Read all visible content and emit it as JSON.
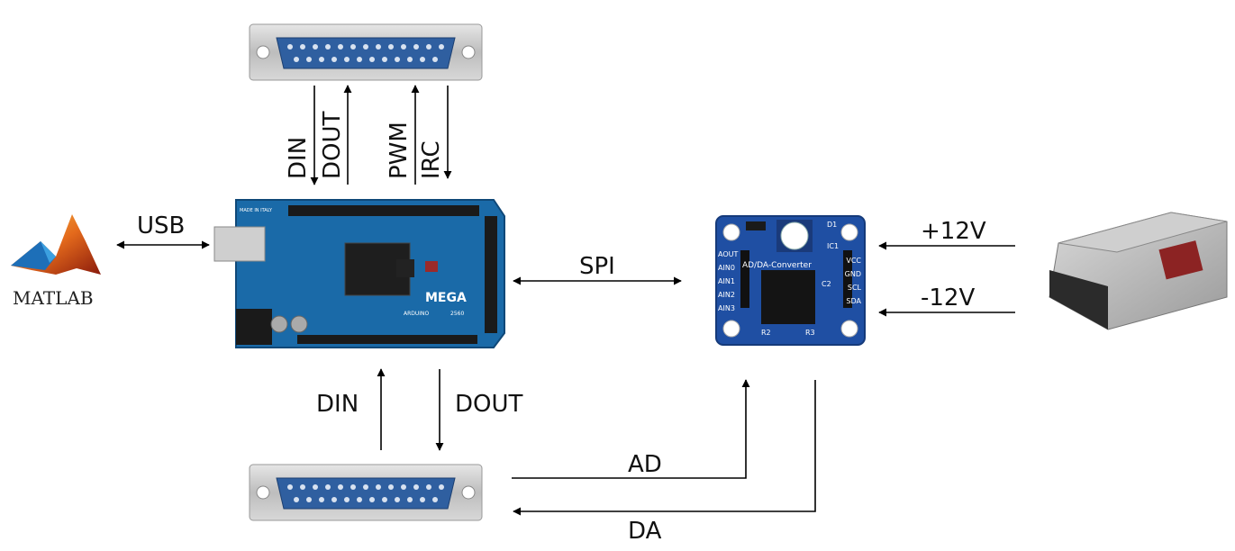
{
  "labels": {
    "usb": "USB",
    "spi": "SPI",
    "din_top": "DIN",
    "dout_top": "DOUT",
    "pwm": "PWM",
    "irc": "IRC",
    "din_bottom": "DIN",
    "dout_bottom": "DOUT",
    "ad": "AD",
    "da": "DA",
    "plus12v": "+12V",
    "minus12v": "-12V"
  },
  "matlab": {
    "logo_text": "MATLAB"
  },
  "arduino": {
    "brand": "MEGA",
    "made_in": "MADE IN ITALY",
    "model": "2560",
    "name": "ARDUINO"
  },
  "adc_board": {
    "title": "AD/DA-Converter",
    "left_pins": [
      "AOUT",
      "AIN0",
      "AIN1",
      "AIN2",
      "AIN3"
    ],
    "right_pins": [
      "VCC",
      "GND",
      "SCL",
      "SDA"
    ],
    "parts": [
      "R2",
      "R3",
      "D1",
      "IC1",
      "C2"
    ]
  },
  "colors": {
    "arduino_blue": "#1a6aa8",
    "board_blue": "#1f4fa3",
    "connector_metal": "#c9c9c9",
    "connector_blue": "#2f5fa0",
    "arrow": "#000000"
  }
}
